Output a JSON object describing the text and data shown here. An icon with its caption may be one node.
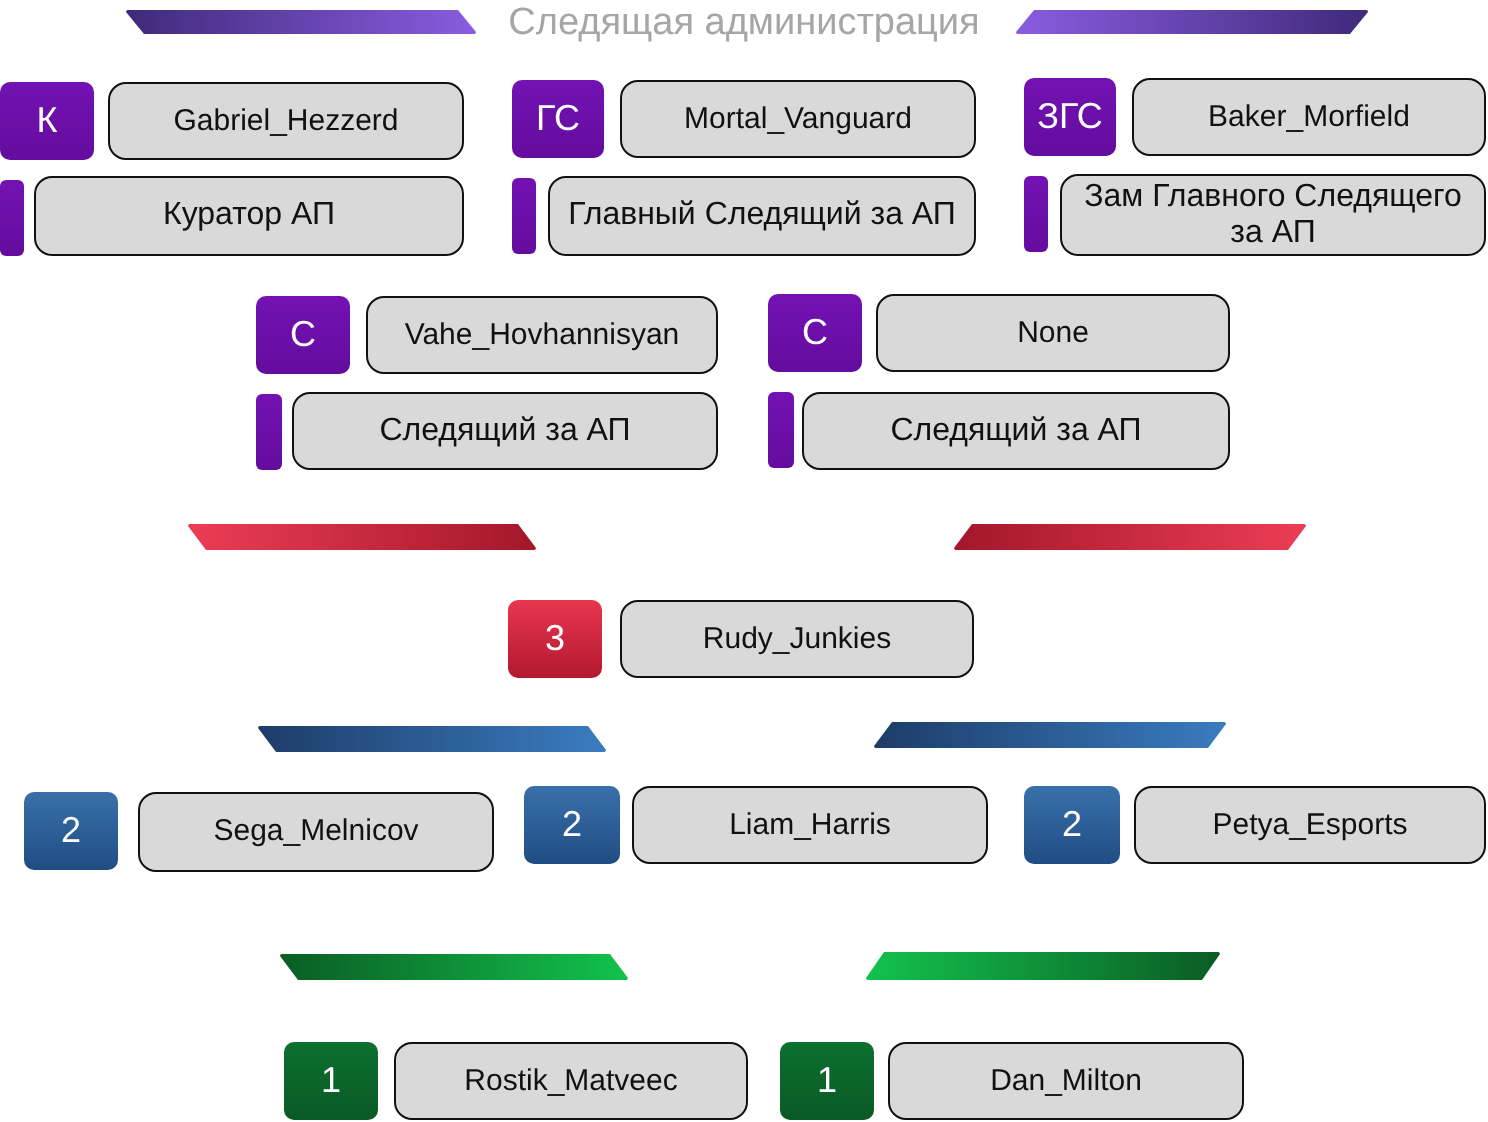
{
  "diagram": {
    "title": "Следящая администрация",
    "nodes": [
      {
        "text": [],
        "shape": "bar"
      },
      {
        "text": [],
        "shape": "bar"
      },
      {
        "text": [
          "К"
        ]
      },
      {
        "text": [
          "Gabriel_Hezzerd"
        ]
      },
      {
        "text": [
          "ГС"
        ]
      },
      {
        "text": [
          "Mortal_Vanguard"
        ]
      },
      {
        "text": [
          "ЗГС"
        ]
      },
      {
        "text": [
          "Baker_Morfield"
        ]
      },
      {
        "text": [],
        "shape": "bar"
      },
      {
        "text": [
          "Куратор АП"
        ]
      },
      {
        "text": [],
        "shape": "bar"
      },
      {
        "text": [
          "Главный Следящий за АП"
        ]
      },
      {
        "text": [],
        "shape": "bar"
      },
      {
        "text": [
          "Зам Главного Следящего за АП"
        ]
      },
      {
        "text": [
          "С"
        ]
      },
      {
        "text": [
          "Vahe_Hovhannisyan"
        ]
      },
      {
        "text": [
          "С"
        ]
      },
      {
        "text": [
          "None"
        ]
      },
      {
        "text": [],
        "shape": "bar"
      },
      {
        "text": [
          "Следящий за АП"
        ]
      },
      {
        "text": [],
        "shape": "bar"
      },
      {
        "text": [
          "Следящий за АП"
        ]
      },
      {
        "text": [],
        "shape": "bar"
      },
      {
        "text": [],
        "shape": "bar"
      },
      {
        "text": [
          "3"
        ]
      },
      {
        "text": [
          "Rudy_Junkies"
        ]
      },
      {
        "text": [],
        "shape": "bar"
      },
      {
        "text": [],
        "shape": "bar"
      },
      {
        "text": [
          "2"
        ]
      },
      {
        "text": [
          "Sega_Melnicov"
        ]
      },
      {
        "text": [
          "2"
        ]
      },
      {
        "text": [
          "Liam_Harris"
        ]
      },
      {
        "text": [
          "2"
        ]
      },
      {
        "text": [
          "Petya_Esports"
        ]
      },
      {
        "text": [],
        "shape": "bar"
      },
      {
        "text": [],
        "shape": "bar"
      },
      {
        "text": [
          "1"
        ]
      },
      {
        "text": [
          "Rostik_Matveec"
        ]
      },
      {
        "text": [
          "1"
        ]
      },
      {
        "text": [
          "Dan_Milton"
        ]
      }
    ]
  }
}
